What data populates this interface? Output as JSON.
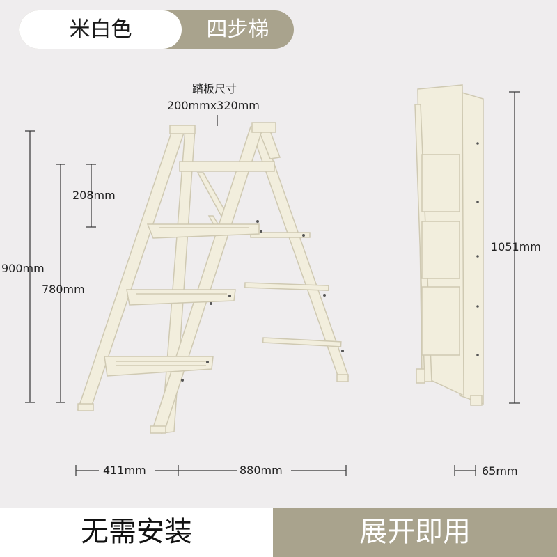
{
  "color_tag": "米白色",
  "model_tag": "四步梯",
  "pedal_title": "踏板尺寸",
  "pedal_size": "200mmx320mm",
  "dim_step_gap": "208mm",
  "dim_total_height": "900mm",
  "dim_platform_height": "780mm",
  "dim_front_depth": "411mm",
  "dim_total_depth": "880mm",
  "dim_folded_height": "1051mm",
  "dim_folded_thickness": "65mm",
  "slogan_left": "无需安装",
  "slogan_right": "展开即用",
  "colors": {
    "background": "#efedee",
    "olive": "#a9a38d",
    "ladder": "#f2eedd"
  }
}
